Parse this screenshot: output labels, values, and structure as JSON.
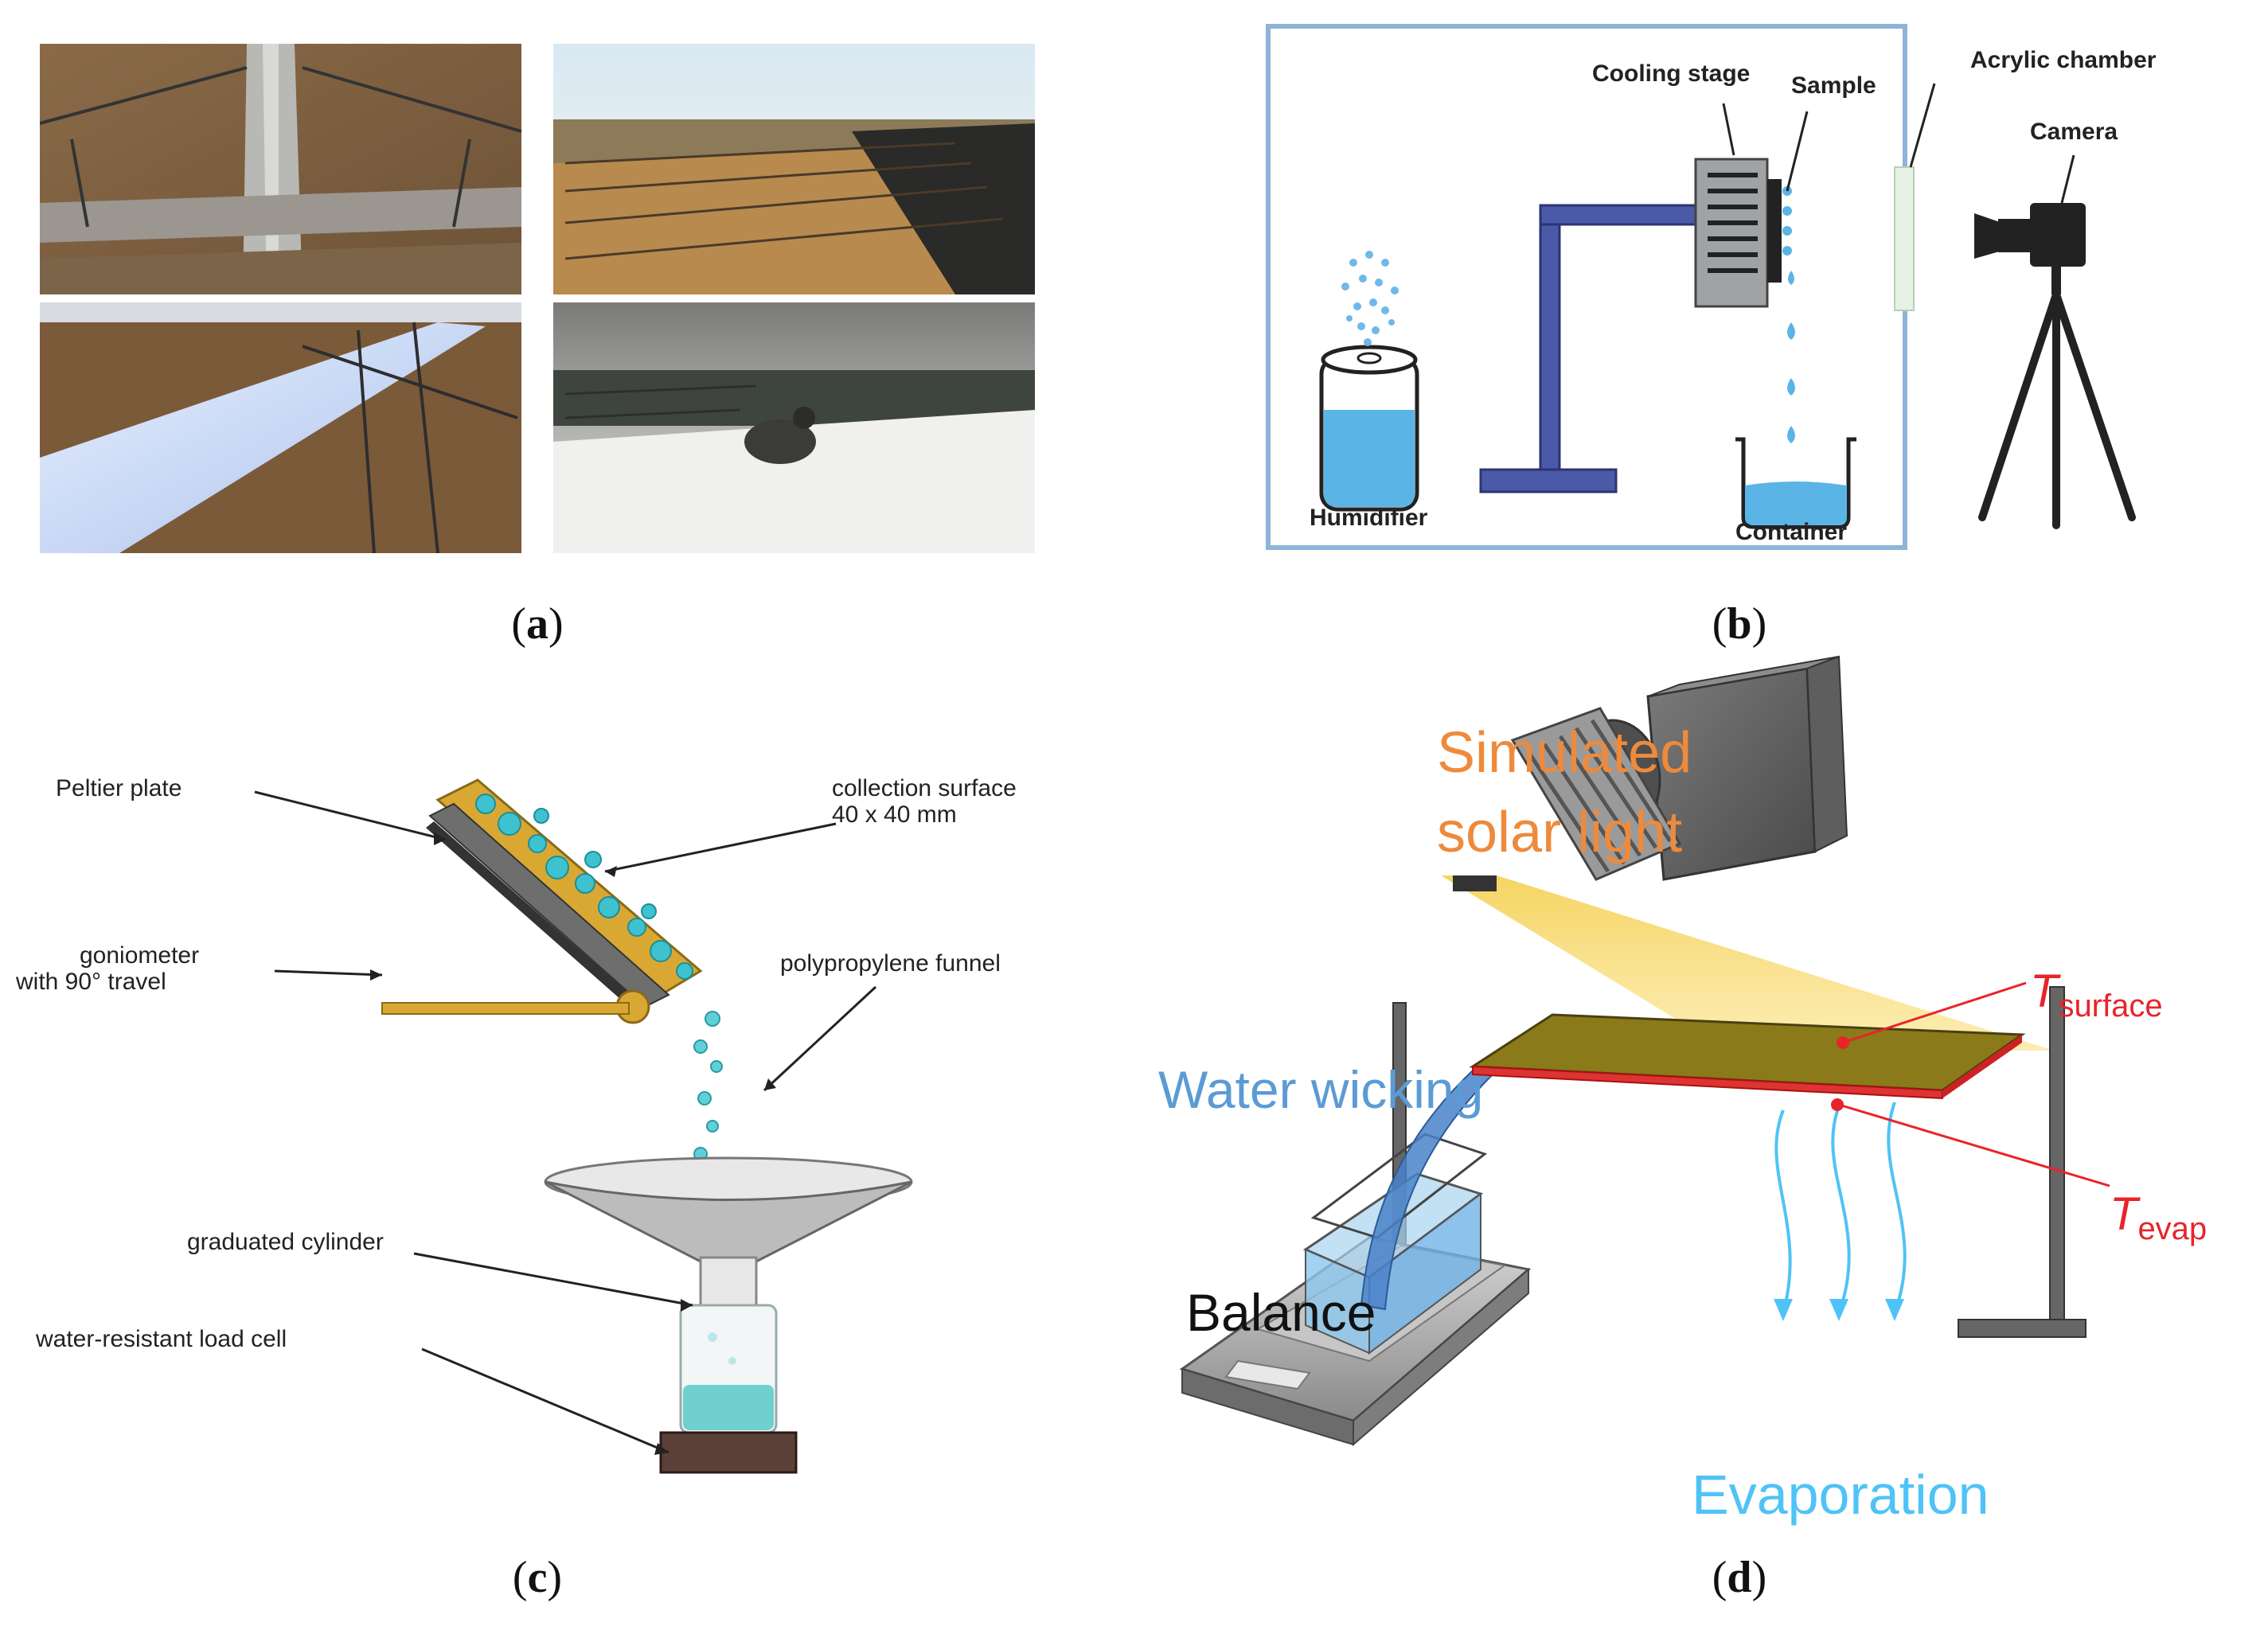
{
  "captions": {
    "a": "a",
    "b": "b",
    "c": "c",
    "d": "d"
  },
  "panel_b": {
    "cooling_stage": "Cooling stage",
    "sample": "Sample",
    "acrylic_chamber": "Acrylic chamber",
    "camera": "Camera",
    "humidifier": "Humidifier",
    "container": "Container"
  },
  "panel_c": {
    "peltier_plate": "Peltier plate",
    "collection_surface_1": "collection surface",
    "collection_surface_2": "40 x 40 mm",
    "goniometer_1": "goniometer",
    "goniometer_2": "with 90° travel",
    "funnel": "polypropylene funnel",
    "cylinder": "graduated cylinder",
    "load_cell": "water-resistant load cell"
  },
  "panel_d": {
    "simulated_1": "Simulated",
    "simulated_2": "solar light",
    "water_wicking": "Water wicking",
    "balance": "Balance",
    "evaporation": "Evaporation",
    "t_surface_main": "T",
    "t_surface_sub": "surface",
    "t_evap_main": "T",
    "t_evap_sub": "evap"
  },
  "colors": {
    "orange": "#ee8a3c",
    "blue_label": "#5b9bd5",
    "cyan": "#4fc3f7",
    "red": "#e8242a",
    "frame_blue": "#8fb3d9",
    "stand_blue": "#4a5aa8"
  }
}
